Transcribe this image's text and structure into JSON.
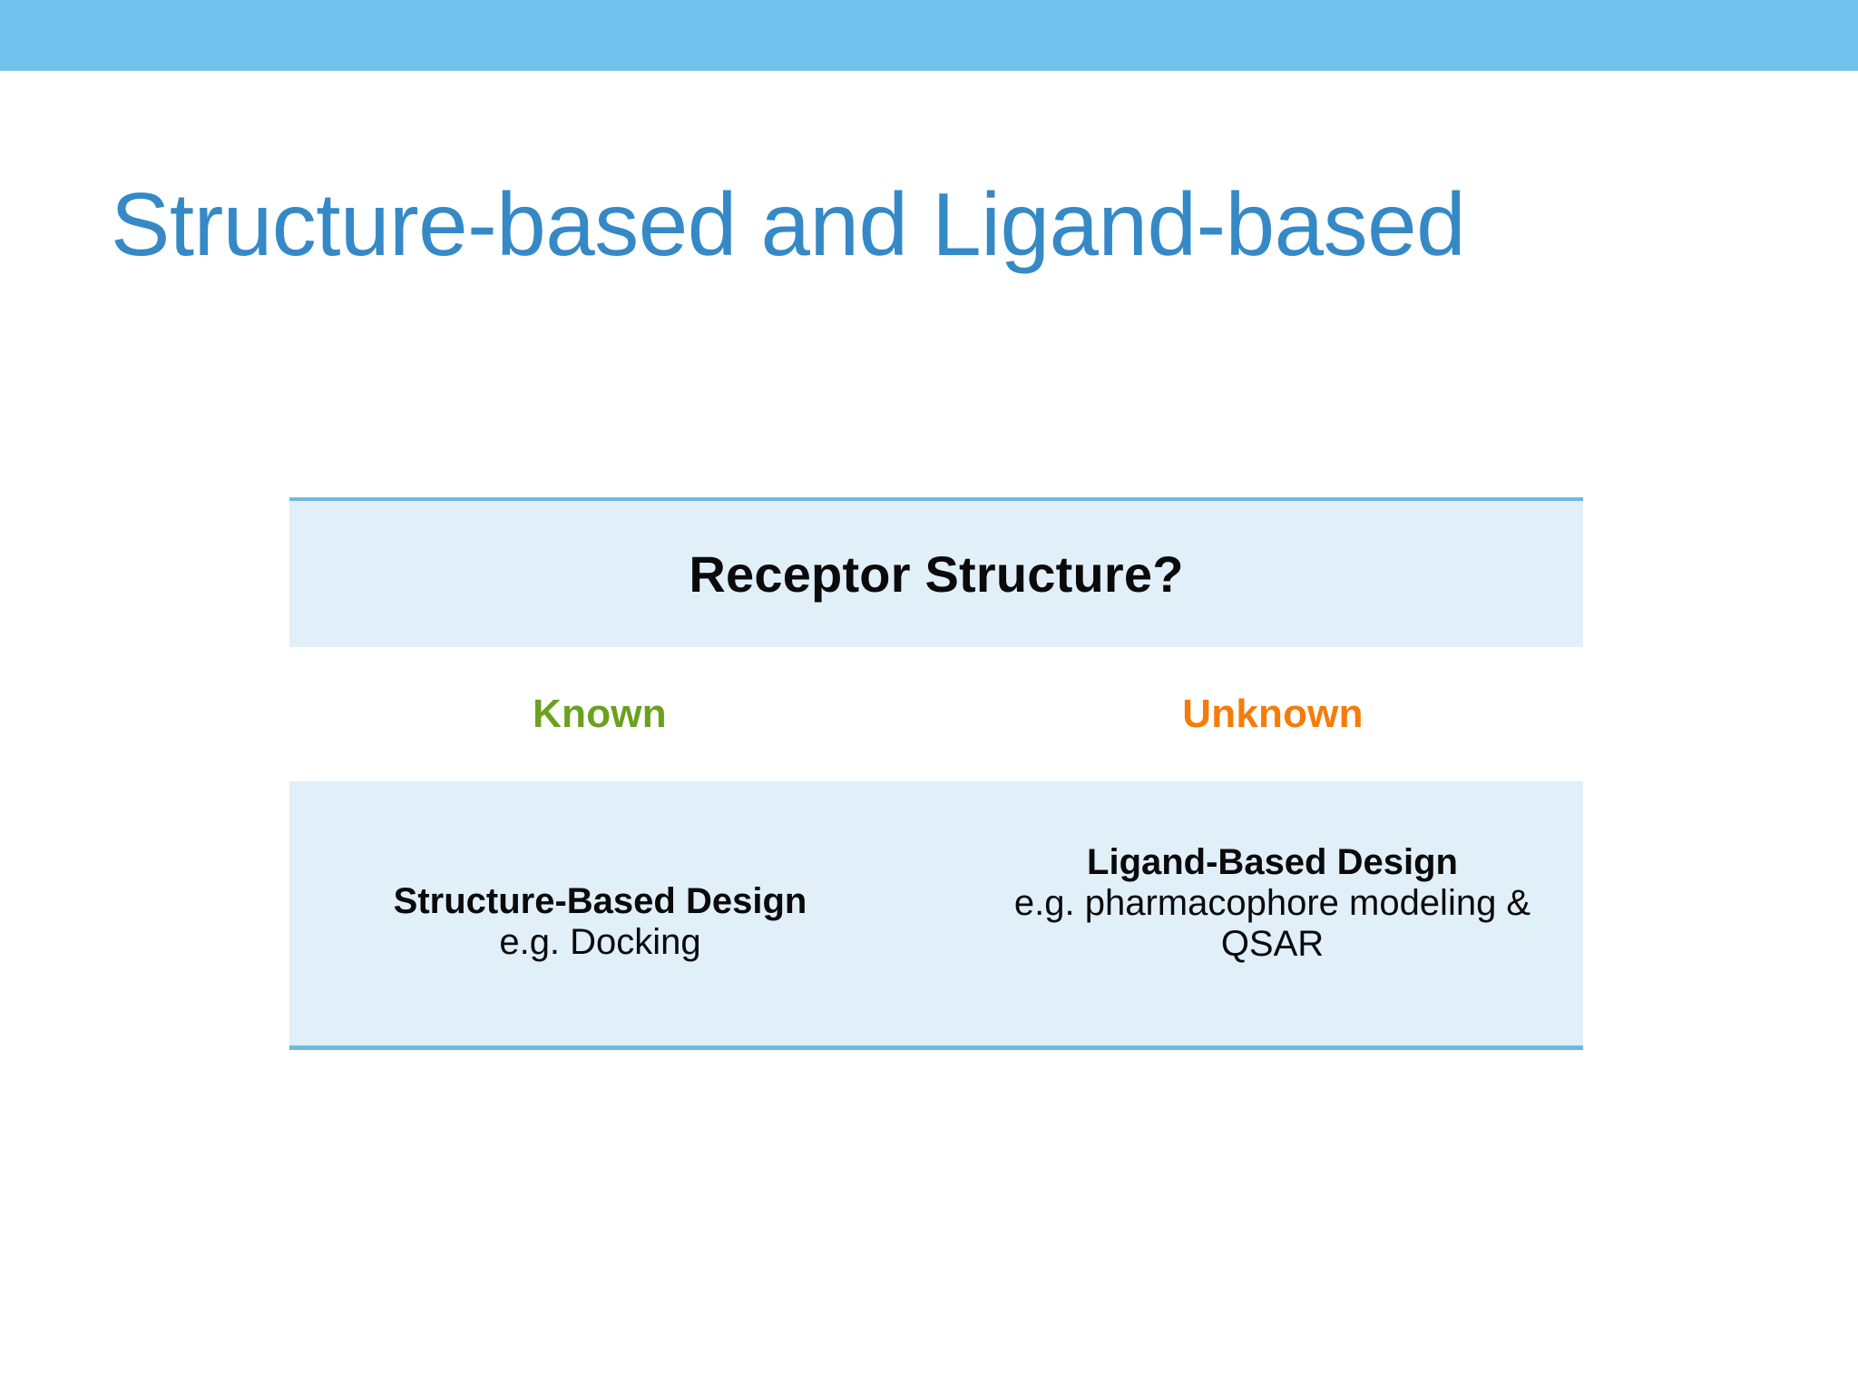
{
  "slide": {
    "title": "Structure-based and Ligand-based",
    "accent_band_color": "#73c2ee",
    "title_color": "#3589c6",
    "panel_fill_color": "#e1eff9",
    "panel_border_color": "#6fb9e0"
  },
  "diagram": {
    "question": "Receptor Structure?",
    "branches": [
      {
        "label": "Known",
        "color": "#6aa11e",
        "outcome_title": "Structure-Based Design",
        "outcome_subtitle": "e.g. Docking"
      },
      {
        "label": "Unknown",
        "color": "#f57c0b",
        "outcome_title": "Ligand-Based Design",
        "outcome_subtitle": "e.g. pharmacophore modeling & QSAR"
      }
    ]
  }
}
